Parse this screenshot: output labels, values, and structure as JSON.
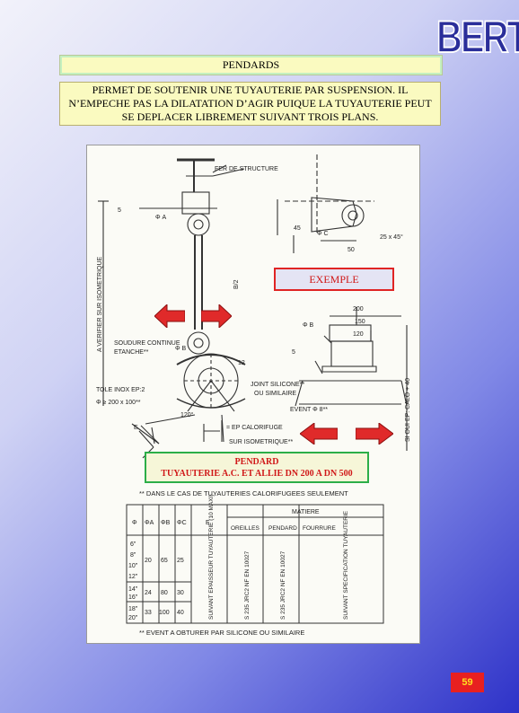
{
  "logo": {
    "text": "BERTIN F."
  },
  "title": "PENDARDS",
  "description": "PERMET DE SOUTENIR UNE TUYAUTERIE PAR SUSPENSION. IL N’EMPECHE PAS LA DILATATION D’AGIR PUIQUE LA TUYAUTERIE PEUT SE DEPLACER LIBREMENT SUIVANT TROIS PLANS.",
  "drawing": {
    "labels": {
      "structure": "FER DE STRUCTURE",
      "verify": "A VERIFIER SUR ISOMETRIQUE",
      "weld": "SOUDURE CONTINUE",
      "sealed": "ETANCHE**",
      "sheet": "TOLE INOX EP:2",
      "sheet_dim": "Φ ≥ 200 x 100**",
      "joint": "JOINT SILICONE**",
      "similar": "OU SIMILAIRE",
      "insulation": "= EP CALORIFUGE",
      "isometric": "SUR ISOMETRIQUE**",
      "vent": "EVENT Φ 8**",
      "cut_out": "SI OUI EP: CALO + 40",
      "angle": "120°",
      "phi_a": "Φ A",
      "phi_c": "Φ C",
      "dim_200": "200",
      "dim_150": "150",
      "dim_120": "120",
      "dim_12": "12",
      "dim_25": "25 x 45°",
      "dim_50": "50",
      "dim_45": "45",
      "dim_5": "5",
      "dim_5b": "5",
      "phi_b": "Φ B",
      "phi_b2": "Φ B",
      "b2": "B/2",
      "e_label": "E"
    },
    "note_top": "** DANS LE CAS DE TUYAUTERIES CALORIFUGEES SEULEMENT",
    "note_bottom": "** EVENT A OBTURER PAR SILICONE OU SIMILAIRE",
    "table": {
      "headers": [
        "Φ",
        "ΦA",
        "ΦB",
        "ΦC",
        "E"
      ],
      "matiere": "MATIERE",
      "matiere_cols": [
        "OREILLES",
        "PENDARD",
        "FOURRURE"
      ],
      "rows": [
        {
          "phi": [
            "6\"",
            "8\"",
            "10\"",
            "12\""
          ],
          "a": "20",
          "b": "65",
          "c": "25"
        },
        {
          "phi": [
            "14\"",
            "16\""
          ],
          "a": "24",
          "b": "80",
          "c": "30"
        },
        {
          "phi": [
            "18\"",
            "20\""
          ],
          "a": "33",
          "b": "100",
          "c": "40"
        }
      ],
      "e_text": "SUIVANT EPAISSEUR TUYAUTERIE (10 MAXI)",
      "oreilles_text": "S 235 JRC2 NF EN 10027",
      "pendard_text": "S 235 JRC2 NF EN 10027",
      "fourrure_text": "SUIVANT SPECIFICATION TUYAUTERIE"
    }
  },
  "example_label": "EXEMPLE",
  "caption": {
    "line1": "PENDARD",
    "line2": "TUYAUTERIE A.C. ET ALLIE DN 200 A DN 500"
  },
  "page_number": "59",
  "colors": {
    "arrow": "#e02a2a",
    "arrow_outline": "#8a1010",
    "caption_border": "#2cae48",
    "example_border": "#e02424"
  }
}
